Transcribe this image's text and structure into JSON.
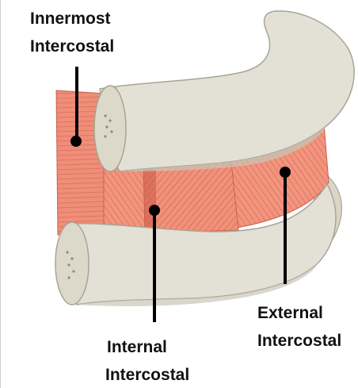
{
  "labels": {
    "innermost": {
      "line1": "Innermost",
      "line2": "Intercostal"
    },
    "internal": {
      "line1": "Internal",
      "line2": "Intercostal"
    },
    "external": {
      "line1": "External",
      "line2": "Intercostal"
    }
  },
  "colors": {
    "bone": "#e3e1d5",
    "bone_shadow": "#c9c6b6",
    "bone_outline": "#a8a595",
    "muscle": "#f1907a",
    "muscle_dark": "#d0604f",
    "muscle_line": "#f7b3a2",
    "pointer": "#000000"
  }
}
